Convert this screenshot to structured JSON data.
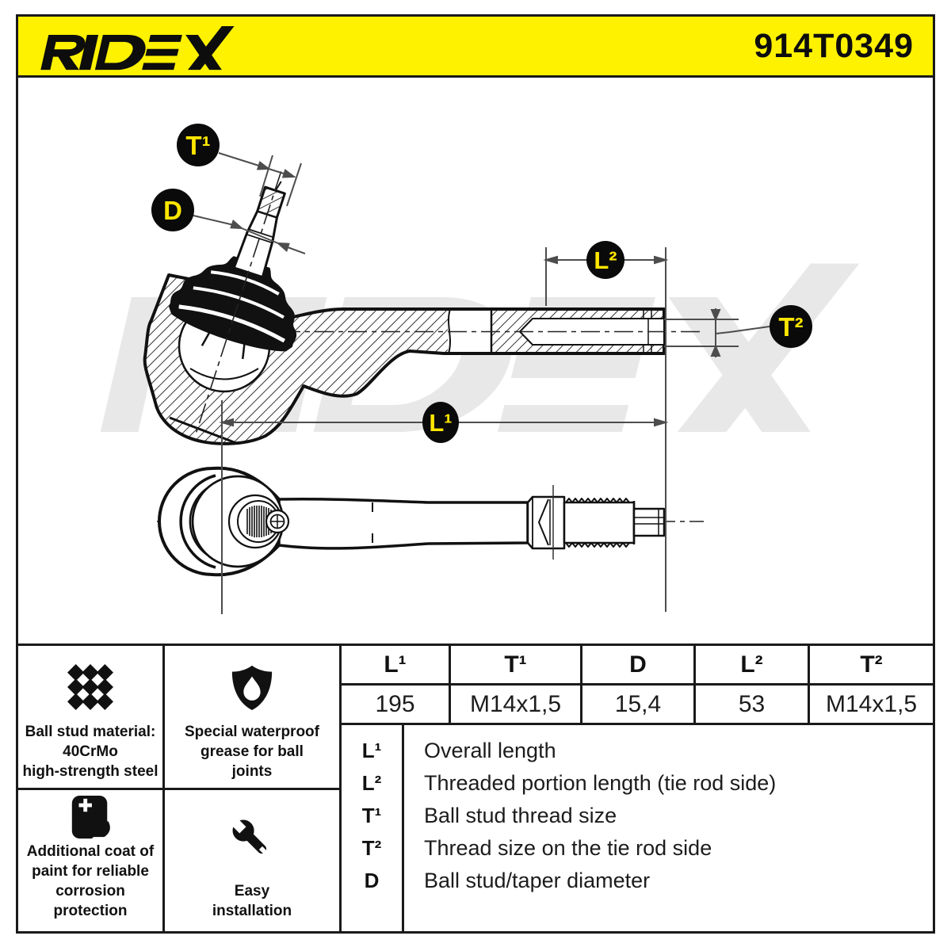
{
  "header": {
    "brand": "RIDEX",
    "part_number": "914T0349"
  },
  "diagram": {
    "watermark": "RIDEX",
    "labels": {
      "t1": "T¹",
      "d": "D",
      "l2": "L²",
      "t2": "T²",
      "l1": "L¹"
    }
  },
  "features": [
    {
      "icon": "knurl-icon",
      "lines": [
        "Ball stud material:",
        "40CrMo",
        "high-strength steel"
      ]
    },
    {
      "icon": "shield-drop-icon",
      "lines": [
        "Special waterproof",
        "grease for ball",
        "joints"
      ]
    },
    {
      "icon": "paint-coat-icon",
      "lines": [
        "Additional coat of",
        "paint for reliable",
        "corrosion protection"
      ]
    },
    {
      "icon": "wrench-icon",
      "lines": [
        "Easy",
        "installation"
      ]
    }
  ],
  "spec_table": {
    "headers": [
      "L¹",
      "T¹",
      "D",
      "L²",
      "T²"
    ],
    "values": [
      "195",
      "M14x1,5",
      "15,4",
      "53",
      "M14x1,5"
    ]
  },
  "legend": [
    {
      "symbol": "L¹",
      "description": "Overall length"
    },
    {
      "symbol": "L²",
      "description": "Threaded portion length (tie rod side)"
    },
    {
      "symbol": "T¹",
      "description": "Ball stud thread size"
    },
    {
      "symbol": "T²",
      "description": "Thread size on the tie rod side"
    },
    {
      "symbol": "D",
      "description": "Ball stud/taper diameter"
    }
  ],
  "colors": {
    "accent_yellow": "#FFF200",
    "label_yellow": "#FFE600",
    "line_black": "#111111",
    "dimension_gray": "#4d4d4d",
    "watermark_gray": "#e8e8e8"
  }
}
